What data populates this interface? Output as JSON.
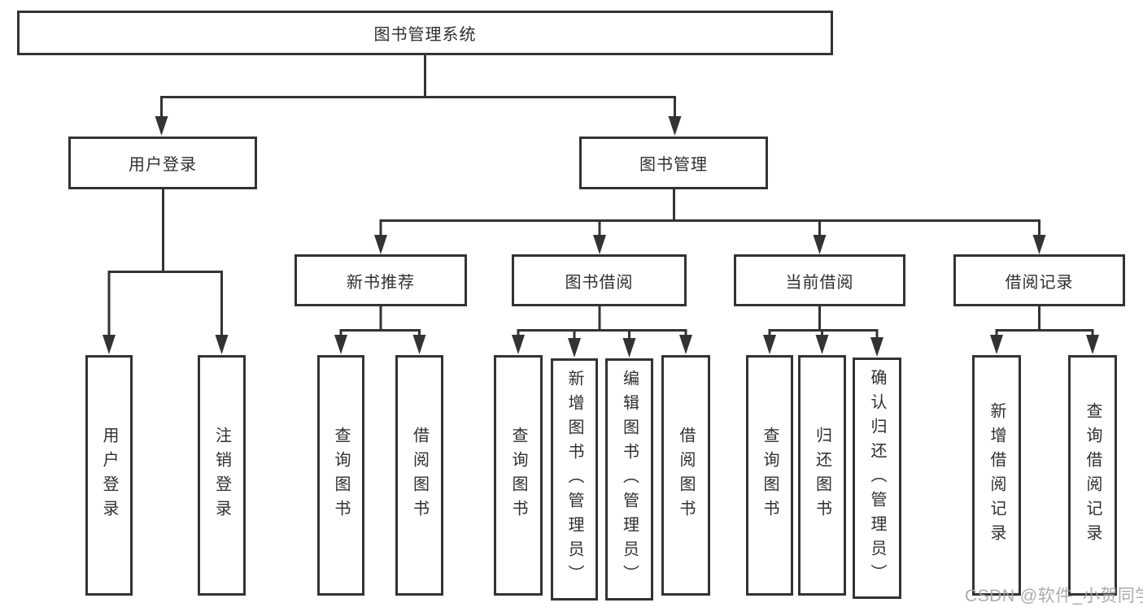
{
  "tree": {
    "label": "图书管理系统",
    "children": [
      {
        "label": "用户登录",
        "children": [
          {
            "label": "用户登录"
          },
          {
            "label": "注销登录"
          }
        ]
      },
      {
        "label": "图书管理",
        "children": [
          {
            "label": "新书推荐",
            "children": [
              {
                "label": "查询图书"
              },
              {
                "label": "借阅图书"
              }
            ]
          },
          {
            "label": "图书借阅",
            "children": [
              {
                "label": "查询图书"
              },
              {
                "label": "新增图书（管理员）"
              },
              {
                "label": "编辑图书（管理员）"
              },
              {
                "label": "借阅图书"
              }
            ]
          },
          {
            "label": "当前借阅",
            "children": [
              {
                "label": "查询图书"
              },
              {
                "label": "归还图书"
              },
              {
                "label": "确认归还（管理员）"
              }
            ]
          },
          {
            "label": "借阅记录",
            "children": [
              {
                "label": "新增借阅记录"
              },
              {
                "label": "查询借阅记录"
              }
            ]
          }
        ]
      }
    ]
  },
  "watermark": "CSDN @软件_小贺同学",
  "colors": {
    "line": "#333333",
    "text": "#2f2f2f",
    "watermark": "#a3a3a3",
    "background": "#ffffff"
  }
}
